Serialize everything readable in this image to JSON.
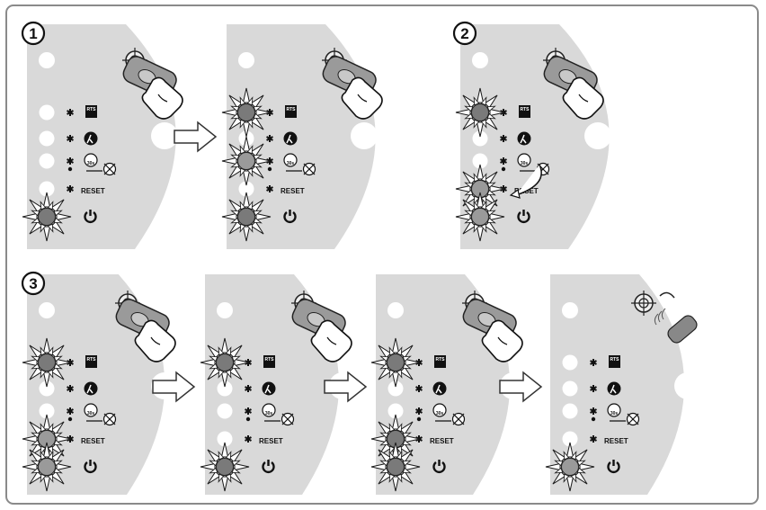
{
  "steps": [
    {
      "number": "1"
    },
    {
      "number": "2"
    },
    {
      "number": "3"
    }
  ],
  "panel_labels": {
    "reset": "RESET",
    "rts": "RTS",
    "timer": "30s"
  },
  "colors": {
    "panel": "#d9d9d9",
    "led_off": "#ffffff",
    "led_on": "#7a7a7a",
    "outline": "#1a1a1a"
  },
  "icons": [
    "step-number-circle",
    "remote-control-icon",
    "pressing-hand-icon",
    "target-crosshair-icon",
    "rts-radio-icon",
    "pedestrian-icon",
    "timer-icon",
    "no-timer-icon",
    "power-icon",
    "blinking-led-icon",
    "next-arrow-icon",
    "curved-arrow-icon"
  ]
}
